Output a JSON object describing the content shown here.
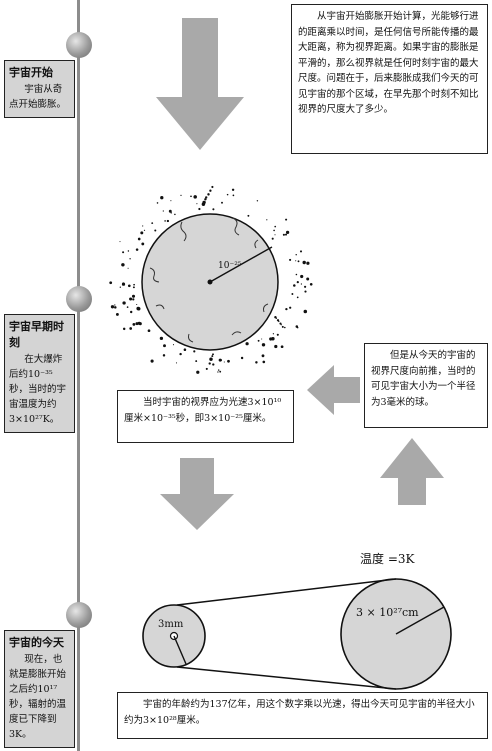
{
  "timeline": {
    "stages": [
      {
        "title": "宇宙开始",
        "body": "宇宙从奇点开始膨胀。"
      },
      {
        "title": "宇宙早期时刻",
        "body": "在大爆炸后约10⁻³⁵秒，当时的宇宙温度为约3×10²⁷K。"
      },
      {
        "title": "宇宙的今天",
        "body": "现在，也就是膨胀开始之后约10¹⁷秒，辐射的温度已下降到3K。"
      }
    ]
  },
  "notes": {
    "horizon_definition": "从宇宙开始膨胀开始计算，光能够行进的距离乘以时间，是任何信号所能传播的最大距离，称为视界距离。如果宇宙的膨胀是平滑的，那么视界就是任何时刻宇宙的最大尺度。问题在于，后来膨胀成我们今天的可见宇宙的那个区域，在早先那个时刻不知比视界的尺度大了多少。",
    "early_universe_size": "但是从今天的宇宙的视界尺度向前推，当时的可见宇宙大小为一个半径为3毫米的球。",
    "early_horizon": "当时宇宙的视界应为光速3×10¹⁰厘米×10⁻³⁵秒，即3×10⁻²⁵厘米。",
    "today_radius": "宇宙的年龄约为137亿年，用这个数字乘以光速，得出今天可见宇宙的半径大小约为3×10²⁸厘米。"
  },
  "diagram": {
    "early_circle_radius_label": "10⁻²⁵",
    "temperature_label": "温度 =3K",
    "small_circle_label": "3mm",
    "large_circle_label": "3 × 10²⁷cm"
  },
  "colors": {
    "arrow": "#a9a9a9",
    "stage_box": "#d4d4d4",
    "circle_fill": "#d6d6d6",
    "timeline": "#8c8c8c"
  }
}
